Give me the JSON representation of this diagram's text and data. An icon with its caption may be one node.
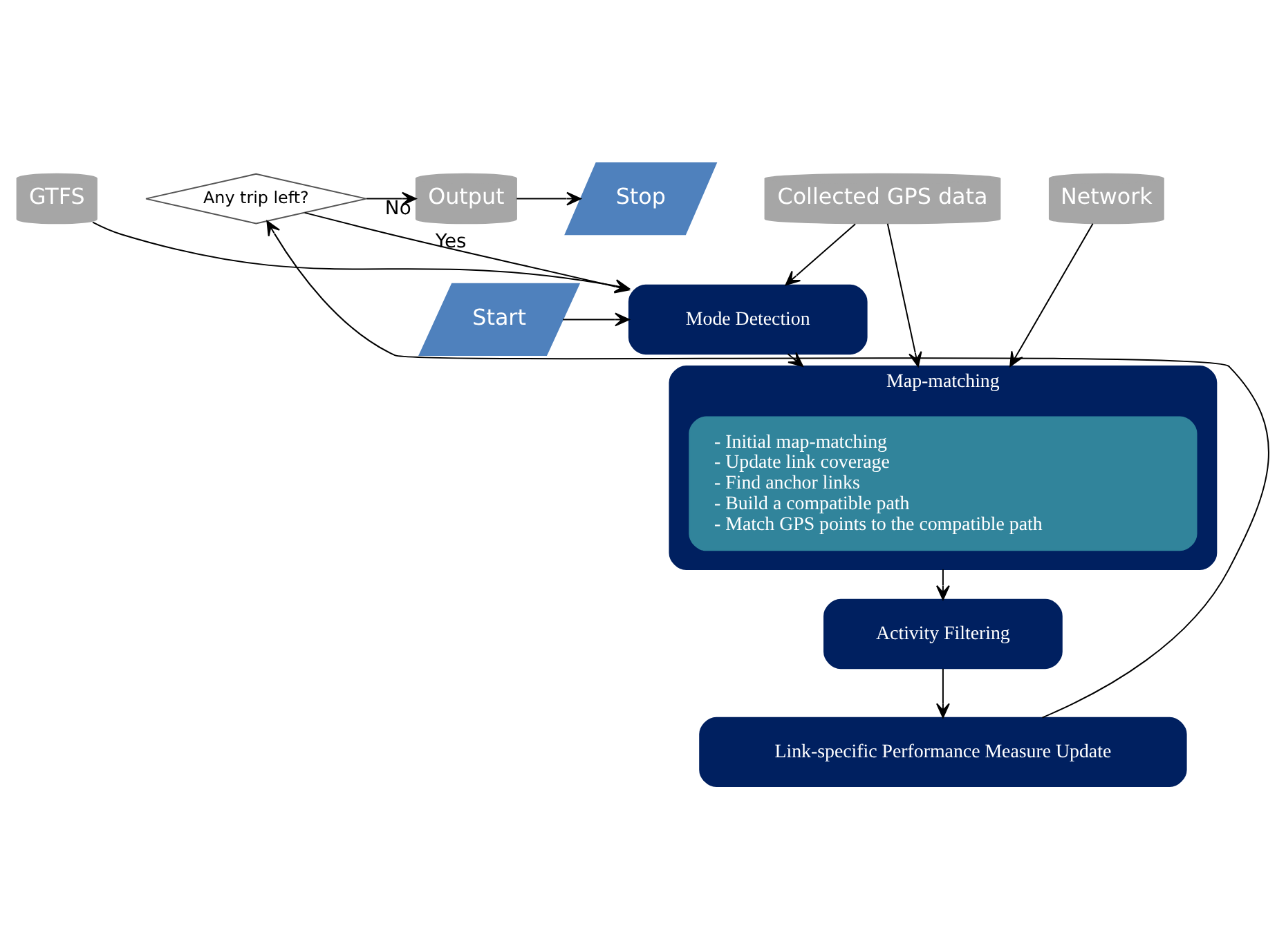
{
  "diagram": {
    "nodes": [
      {
        "text": [
          "GTFS"
        ]
      },
      {
        "text": [
          "Collected GPS data"
        ]
      },
      {
        "text": [
          "Network"
        ]
      },
      {
        "text": [
          "Start"
        ]
      },
      {
        "text": [
          "Mode Detection"
        ]
      },
      {
        "text": [
          "Map-matching"
        ]
      },
      {
        "text": [
          "- Initial map-matching",
          "- Update link coverage",
          "- Find anchor links",
          "- Build a compatible path",
          "- Match GPS points to the compatible path"
        ],
        "in": 5
      },
      {
        "text": [
          "Any trip left?"
        ]
      },
      {
        "text": [
          "Output"
        ]
      },
      {
        "text": [
          "Stop"
        ]
      },
      {
        "text": [
          "Activity Filtering"
        ]
      },
      {
        "text": [
          "Link-specific Performance Measure Update"
        ]
      }
    ],
    "edges": [
      {
        "from": 0,
        "to": 4,
        "arrow": "to"
      },
      {
        "from": 1,
        "to": 4,
        "arrow": "to"
      },
      {
        "from": 1,
        "to": 5,
        "arrow": "to"
      },
      {
        "from": 2,
        "to": 5,
        "arrow": "to"
      },
      {
        "from": 3,
        "to": 4,
        "arrow": "to"
      },
      {
        "from": 4,
        "to": 5,
        "arrow": "to"
      },
      {
        "from": 5,
        "to": 10,
        "arrow": "to"
      },
      {
        "from": 10,
        "to": 11,
        "arrow": "to"
      },
      {
        "from": 11,
        "to": 7,
        "arrow": "to"
      },
      {
        "from": 7,
        "to": 4,
        "arrow": "to",
        "label": "Yes"
      },
      {
        "from": 7,
        "to": 8,
        "arrow": "to",
        "label": "No"
      },
      {
        "from": 8,
        "to": 9,
        "arrow": "to"
      }
    ]
  }
}
